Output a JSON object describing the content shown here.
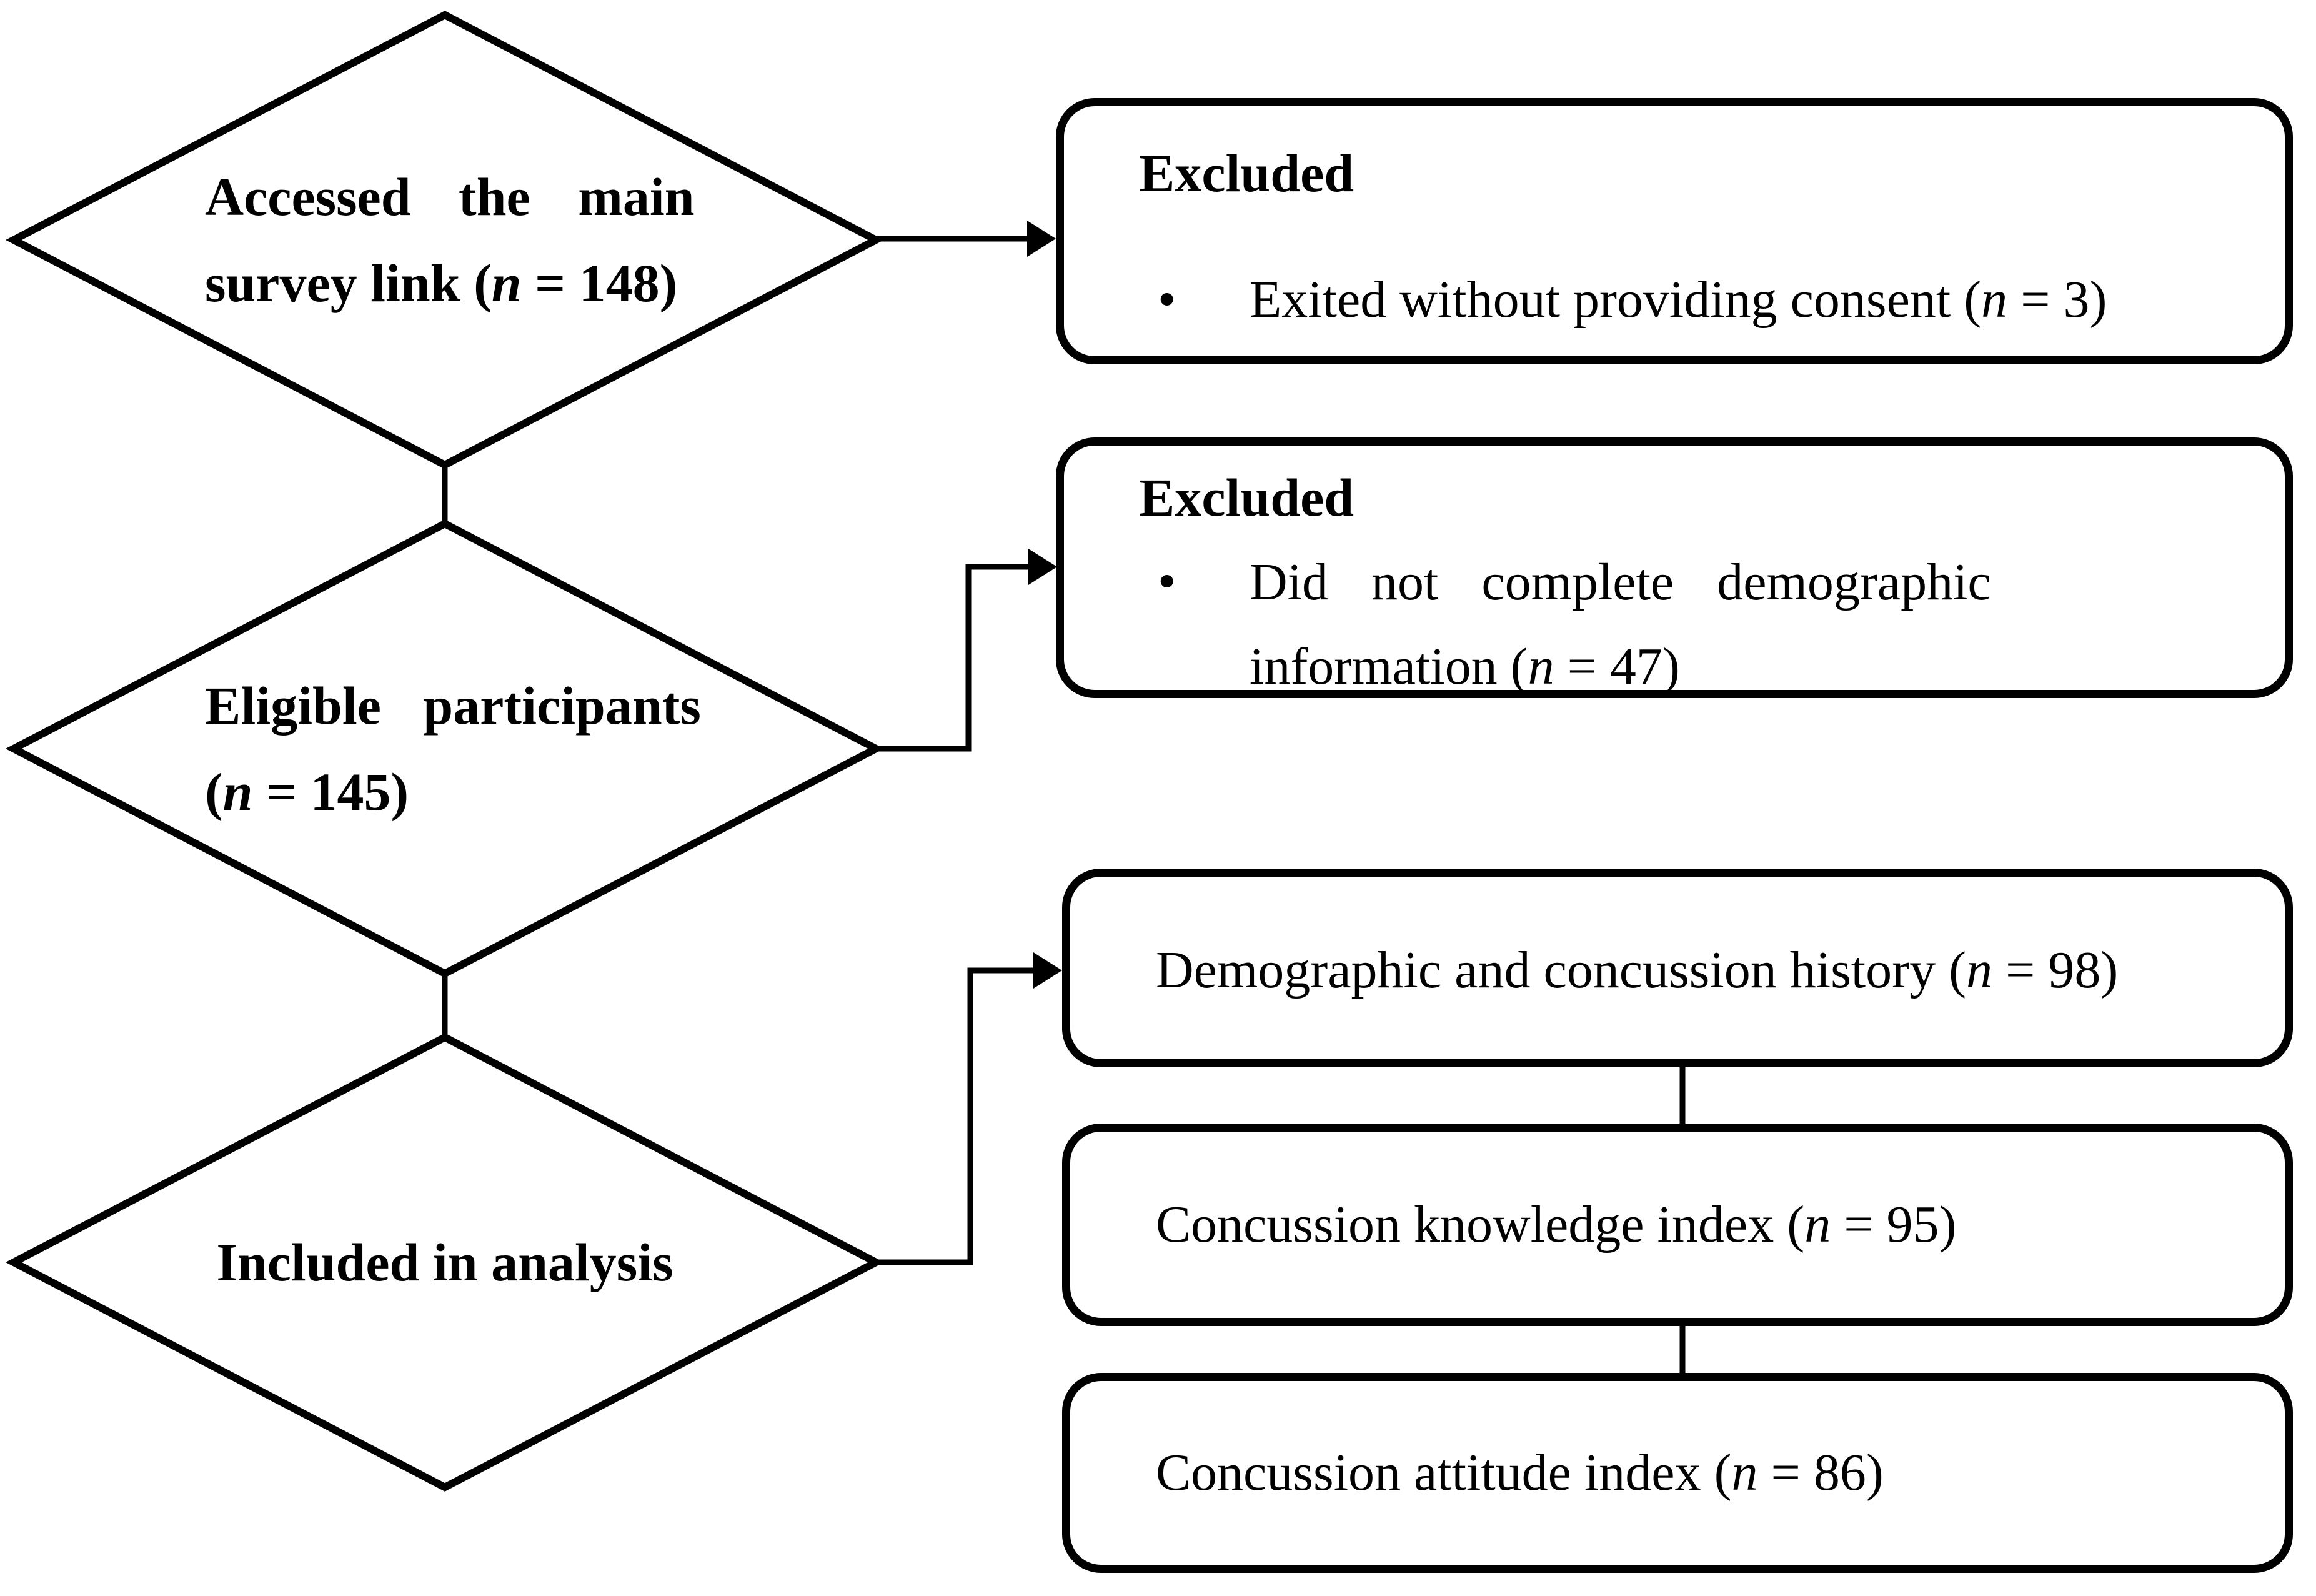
{
  "figure": {
    "background_color": "#ffffff",
    "ink_color": "#000000",
    "diamonds": [
      {
        "name": "accessed-survey-link",
        "line1": "Accessed the main",
        "line2_parts": [
          {
            "t": "survey link ("
          },
          {
            "t": "n",
            "i": true
          },
          {
            "t": " = 148)"
          }
        ]
      },
      {
        "name": "eligible-participants",
        "line1": "Eligible participants",
        "line2_parts": [
          {
            "t": "("
          },
          {
            "t": "n",
            "i": true
          },
          {
            "t": " = 145)"
          }
        ]
      },
      {
        "name": "included-in-analysis",
        "label": "Included in analysis"
      }
    ],
    "bullet_char": "•",
    "boxes": [
      {
        "name": "excluded-no-consent",
        "title": "Excluded",
        "item_parts": [
          {
            "t": "Exited without providing consent ("
          },
          {
            "t": "n",
            "i": true
          },
          {
            "t": " = 3)"
          }
        ]
      },
      {
        "name": "excluded-no-demographics",
        "title": "Excluded",
        "item_line1": "Did not complete demographic",
        "item_line2_parts": [
          {
            "t": "information ("
          },
          {
            "t": "n",
            "i": true
          },
          {
            "t": " = 47)"
          }
        ]
      },
      {
        "name": "demographic-history",
        "label_parts": [
          {
            "t": "Demographic and concussion history ("
          },
          {
            "t": "n",
            "i": true
          },
          {
            "t": " = 98)"
          }
        ]
      },
      {
        "name": "knowledge-index",
        "label_parts": [
          {
            "t": "Concussion knowledge index ("
          },
          {
            "t": "n",
            "i": true
          },
          {
            "t": " = 95)"
          }
        ]
      },
      {
        "name": "attitude-index",
        "label_parts": [
          {
            "t": "Concussion attitude index ("
          },
          {
            "t": "n",
            "i": true
          },
          {
            "t": " = 86)"
          }
        ]
      }
    ]
  }
}
